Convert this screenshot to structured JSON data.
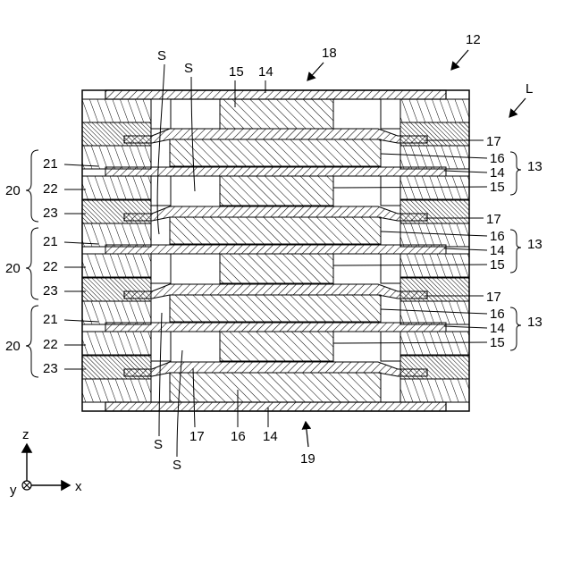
{
  "labels": {
    "ref_12": "12",
    "ref_18": "18",
    "ref_L": "L",
    "ref_19": "19",
    "top_S1": "S",
    "top_S2": "S",
    "top_15": "15",
    "top_14": "14",
    "bottom_S1": "S",
    "bottom_S2": "S",
    "bottom_17": "17",
    "bottom_16": "16",
    "bottom_14": "14",
    "right_unit": [
      {
        "r17": "17",
        "r16": "16",
        "r14": "14",
        "r15": "15",
        "r13": "13"
      },
      {
        "r17": "17",
        "r16": "16",
        "r14": "14",
        "r15": "15",
        "r13": "13"
      },
      {
        "r17": "17",
        "r16": "16",
        "r14": "14",
        "r15": "15",
        "r13": "13"
      }
    ],
    "left_unit": [
      {
        "l20": "20",
        "l21": "21",
        "l22": "22",
        "l23": "23"
      },
      {
        "l20": "20",
        "l21": "21",
        "l22": "22",
        "l23": "23"
      },
      {
        "l20": "20",
        "l21": "21",
        "l22": "22",
        "l23": "23"
      }
    ],
    "axis_z": "z",
    "axis_x": "x",
    "axis_y": "y"
  }
}
